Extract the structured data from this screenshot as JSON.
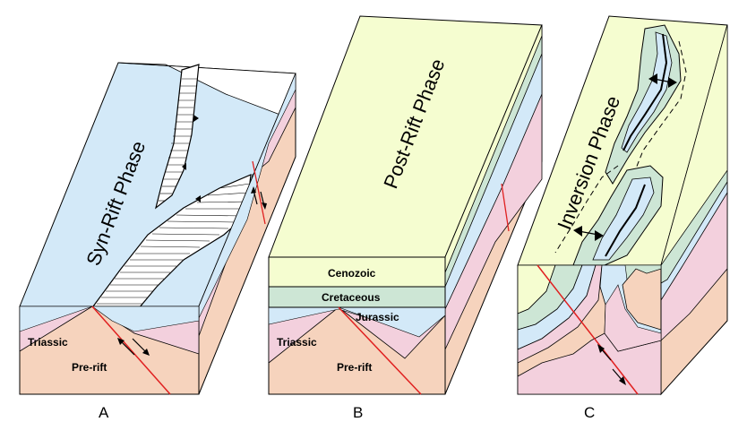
{
  "colors": {
    "syn_rift": "#d3e9f8",
    "cenozoic": "#f5fdd0",
    "cretaceous": "#cde6d5",
    "jurassic": "#d3e9f8",
    "triassic": "#f3d0dd",
    "pre_rift": "#f6d3bd",
    "fault": "#e02020"
  },
  "panels": [
    {
      "caption": "A",
      "phase_title": "Syn-Rift  Phase",
      "layer_labels": {
        "triassic": "Triassic",
        "pre_rift": "Pre-rift"
      }
    },
    {
      "caption": "B",
      "phase_title": "Post-Rift  Phase",
      "layer_labels": {
        "cenozoic": "Cenozoic",
        "cretaceous": "Cretaceous",
        "jurassic": "Jurassic",
        "triassic": "Triassic",
        "pre_rift": "Pre-rift"
      }
    },
    {
      "caption": "C",
      "phase_title": "Inversion  Phase"
    }
  ]
}
